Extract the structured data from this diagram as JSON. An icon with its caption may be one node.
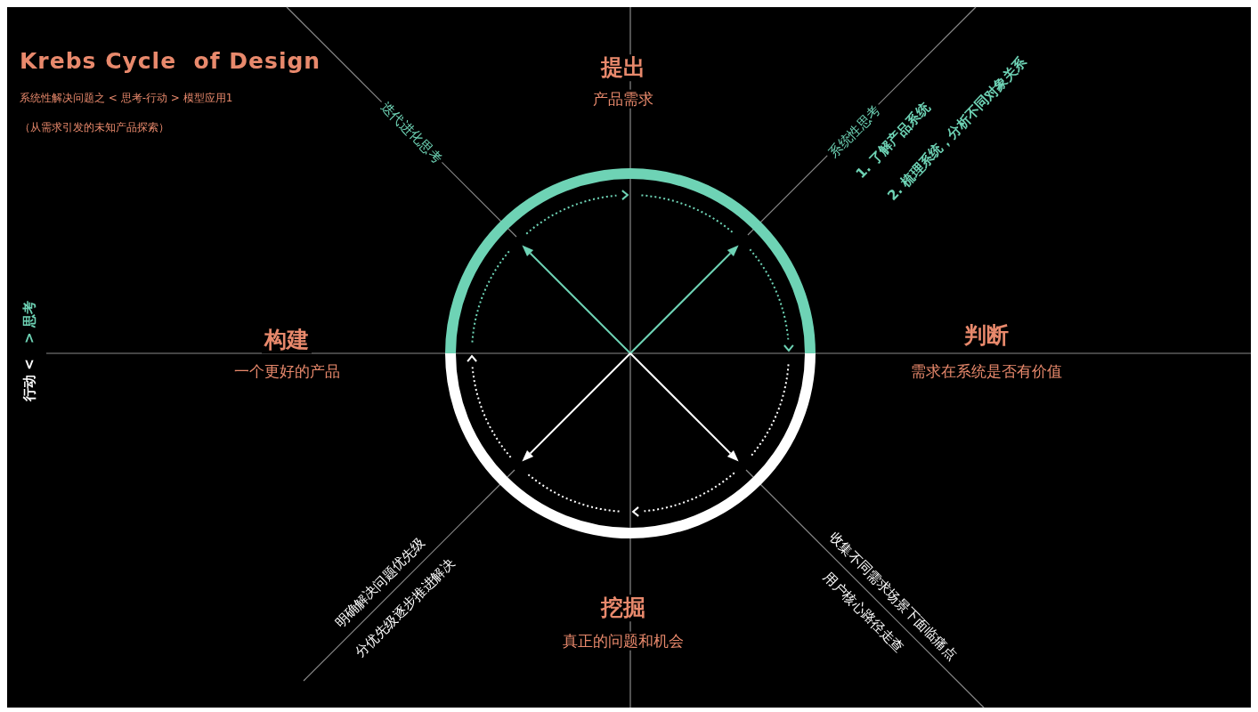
{
  "diagram": {
    "title": "Krebs Cycle  of Design",
    "labels": [
      "系统性解决问题之 < 思考-行动 > 模型应用1",
      "（从需求引发的未知产品探索）",
      "迭代进化思考",
      "提出",
      "产品需求",
      "系统性思考",
      "1. 了解产品系统",
      "2. 梳理系统，分析不同对象关系",
      "> 思考",
      "行动 <",
      "构建",
      "一个更好的产品",
      "判断",
      "需求在系统是否有价值",
      "明确解决问题优先级",
      "分优先级逐步推进解决",
      "挖掘",
      "真正的问题和机会",
      "收集不同需求场景下面临痛点",
      "用户核心路径走查"
    ]
  }
}
